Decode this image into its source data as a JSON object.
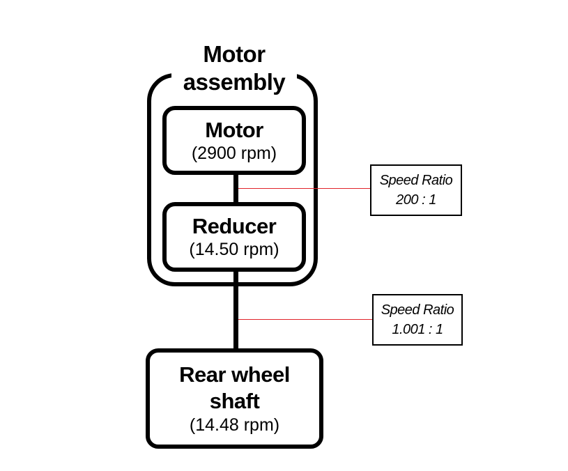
{
  "assembly": {
    "title": "Motor assembly"
  },
  "motor": {
    "name": "Motor",
    "speed": "(2900 rpm)"
  },
  "reducer": {
    "name": "Reducer",
    "speed": "(14.50 rpm)"
  },
  "rear_wheel": {
    "name_line1": "Rear wheel",
    "name_line2": "shaft",
    "speed": "(14.48 rpm)"
  },
  "callouts": [
    {
      "label": "Speed Ratio",
      "value": "200 : 1"
    },
    {
      "label": "Speed Ratio",
      "value": "1.001 : 1"
    }
  ],
  "colors": {
    "stroke": "#000000",
    "callout_line": "#e0232a",
    "background": "#ffffff"
  }
}
